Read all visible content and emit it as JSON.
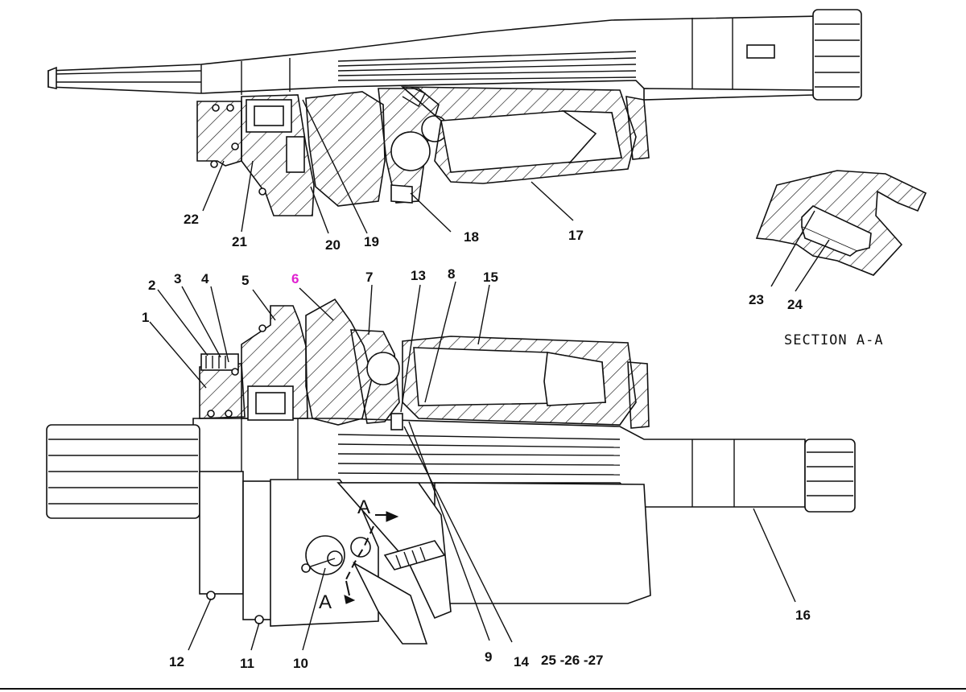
{
  "figure": {
    "callouts": [
      {
        "id": "1",
        "text": "1"
      },
      {
        "id": "2",
        "text": "2"
      },
      {
        "id": "3",
        "text": "3"
      },
      {
        "id": "4",
        "text": "4"
      },
      {
        "id": "5",
        "text": "5"
      },
      {
        "id": "6",
        "text": "6",
        "highlight": true
      },
      {
        "id": "7",
        "text": "7"
      },
      {
        "id": "8",
        "text": "8"
      },
      {
        "id": "9",
        "text": "9"
      },
      {
        "id": "10",
        "text": "10"
      },
      {
        "id": "11",
        "text": "11"
      },
      {
        "id": "12",
        "text": "12"
      },
      {
        "id": "13",
        "text": "13"
      },
      {
        "id": "14",
        "text": "14"
      },
      {
        "id": "15",
        "text": "15"
      },
      {
        "id": "16",
        "text": "16"
      },
      {
        "id": "17",
        "text": "17"
      },
      {
        "id": "18",
        "text": "18"
      },
      {
        "id": "19",
        "text": "19"
      },
      {
        "id": "20",
        "text": "20"
      },
      {
        "id": "21",
        "text": "21"
      },
      {
        "id": "22",
        "text": "22"
      },
      {
        "id": "23",
        "text": "23"
      },
      {
        "id": "24",
        "text": "24"
      },
      {
        "id": "25",
        "text": "25 -26 -27"
      }
    ],
    "section_title": "SECTION A-A",
    "section_marker": "A",
    "colors": {
      "ink": "#111111",
      "highlight": "#e020d0",
      "paper": "#ffffff"
    }
  }
}
